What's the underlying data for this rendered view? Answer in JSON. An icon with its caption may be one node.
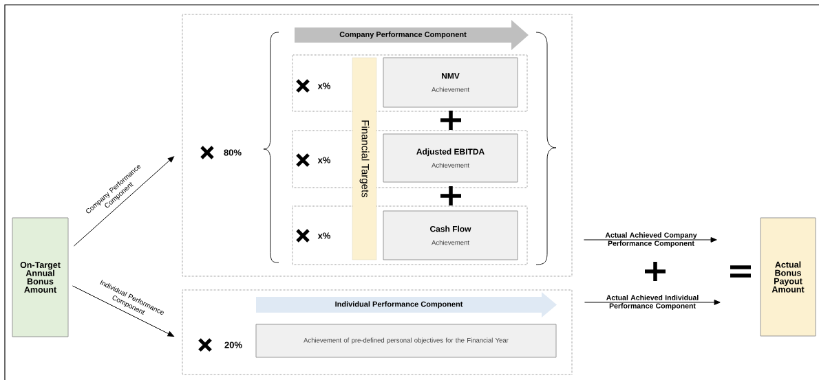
{
  "diagram": {
    "nodes": [
      {
        "text": [
          "On-Target Annual Bonus Amount"
        ]
      },
      {
        "text": [],
        "shape": "box"
      },
      {
        "text": [
          "Company Performance Component"
        ],
        "in": 1
      },
      {
        "text": [],
        "shape": "box",
        "in": 1
      },
      {
        "text": [
          "NMV",
          "Achievement"
        ],
        "in": 3
      },
      {
        "text": [],
        "shape": "box",
        "in": 1
      },
      {
        "text": [
          "Adjusted EBITDA",
          "Achievement"
        ],
        "in": 5
      },
      {
        "text": [],
        "shape": "box",
        "in": 1
      },
      {
        "text": [
          "Cash Flow",
          "Achievement"
        ],
        "in": 7
      },
      {
        "text": [
          "Financial Targets"
        ],
        "in": 1
      },
      {
        "text": [],
        "shape": "box"
      },
      {
        "text": [
          "Individual Performance Component"
        ],
        "in": 10
      },
      {
        "text": [
          "Achievement of pre-defined personal objectives for the Financial Year"
        ],
        "in": 10
      },
      {
        "text": [
          "Actual Bonus Payout Amount"
        ]
      }
    ],
    "edges": [
      {
        "from": 0,
        "to": 1,
        "arrow": "to",
        "label": "Company Performance Component"
      },
      {
        "from": 0,
        "to": 10,
        "arrow": "to",
        "label": "Individual Performance Component"
      },
      {
        "from": 1,
        "to": 13,
        "arrow": "to",
        "label": "Actual Achieved Company Performance Component"
      },
      {
        "from": 10,
        "to": 13,
        "arrow": "to",
        "label": "Actual Achieved Individual Performance Component"
      }
    ],
    "labels": [
      "80%",
      "x%",
      "x%",
      "x%",
      "20%"
    ]
  }
}
